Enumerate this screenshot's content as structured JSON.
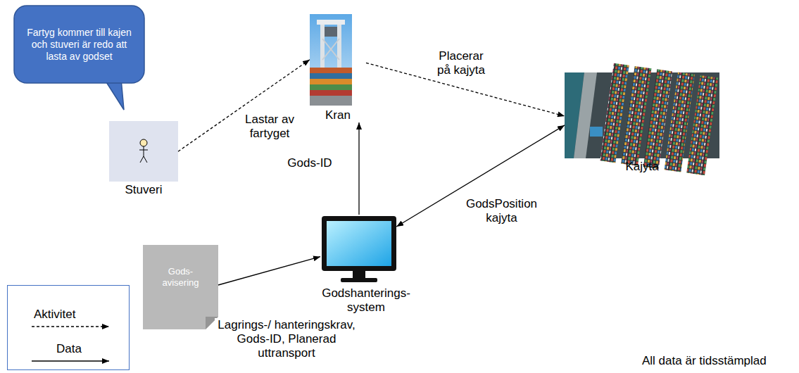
{
  "diagram": {
    "nodes": [
      {
        "text": [
          "Fartyg kommer till kajen och stuveri är redo att lasta av godset"
        ]
      },
      {
        "text": [
          "Stuveri"
        ]
      },
      {
        "text": [
          "Kran"
        ]
      },
      {
        "text": [
          "Kajyta"
        ]
      },
      {
        "text": [
          "Gods- avisering"
        ]
      },
      {
        "text": [
          "Godshanterings- system"
        ]
      }
    ],
    "edges": [
      {
        "from": 1,
        "to": 2,
        "arrow": "to",
        "label": "Lastar av fartyget"
      },
      {
        "from": 2,
        "to": 3,
        "arrow": "to",
        "label": "Placerar på kajyta"
      },
      {
        "from": 5,
        "to": 2,
        "arrow": "to",
        "label": "Gods-ID"
      },
      {
        "from": 3,
        "to": 5,
        "arrow": "both",
        "label": "GodsPosition kajyta"
      },
      {
        "from": 4,
        "to": 5,
        "arrow": "to",
        "label": "Lagrings-/ hanteringskrav, Gods-ID, Planerad uttransport"
      }
    ],
    "labels": [
      "All data är tidsstämplad"
    ],
    "legend": [
      {
        "text": "Aktivitet"
      },
      {
        "text": "Data"
      }
    ]
  }
}
